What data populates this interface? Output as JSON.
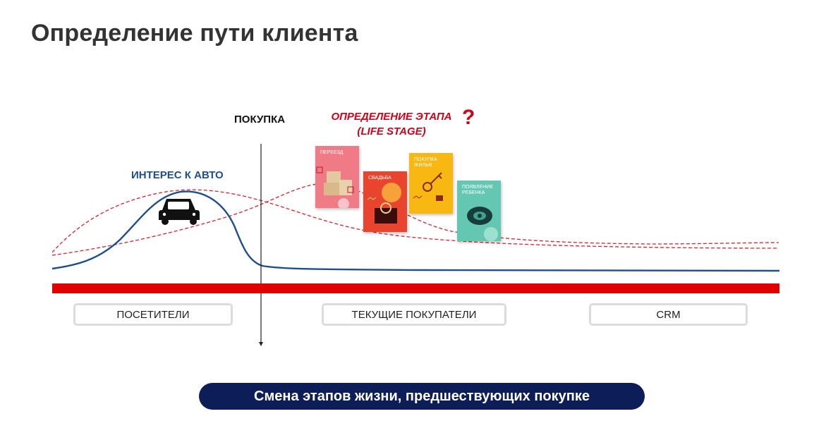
{
  "title": "Определение пути клиента",
  "labels": {
    "purchase": "ПОКУПКА",
    "stage_line1": "ОПРЕДЕЛЕНИЕ ЭТАПА",
    "stage_line2": "(LIFE STAGE)",
    "question": "?",
    "interest": "ИНТЕРЕС К АВТО"
  },
  "cards": {
    "move": "ПЕРЕЕЗД",
    "wedding": "СВАДЬБА",
    "home": "ПОКУПКА ЖИЛЬЯ",
    "baby": "ПОЯВЛЕНИЕ РЕБЕНКА"
  },
  "stages": {
    "visitors": "ПОСЕТИТЕЛИ",
    "current": "ТЕКУЩИЕ ПОКУПАТЕЛИ",
    "crm": "CRM"
  },
  "footer": "Смена этапов жизни, предшествующих покупке",
  "colors": {
    "interest_curve": "#1f4e8c",
    "life_stage_curves": "#d9232d",
    "timeline_bar": "#e00000",
    "footer_bg": "#0c1d57"
  },
  "icons": [
    "car-icon",
    "boxes-icon",
    "ring-icon",
    "keys-icon",
    "pacifier-icon"
  ]
}
